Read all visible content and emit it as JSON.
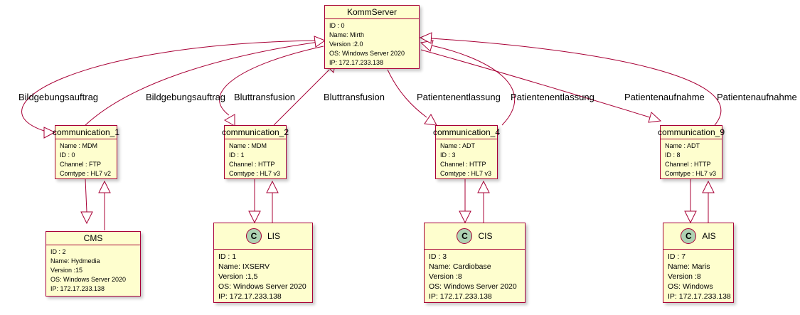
{
  "server": {
    "title": "KommServer",
    "lines": [
      "ID : 0",
      "Name: Mirth",
      "Version :2.0",
      "OS: Windows Server 2020",
      "IP: 172.17.233.138"
    ]
  },
  "communications": [
    {
      "title": "communication_1",
      "lines": [
        "Name : MDM",
        "ID : 0",
        "Channel : FTP",
        "Comtype : HL7 v2"
      ]
    },
    {
      "title": "communication_2",
      "lines": [
        "Name : MDM",
        "ID : 1",
        "Channel : HTTP",
        "Comtype : HL7 v3"
      ]
    },
    {
      "title": "communication_4",
      "lines": [
        "Name : ADT",
        "ID : 3",
        "Channel : HTTP",
        "Comtype : HL7 v3"
      ]
    },
    {
      "title": "communication_9",
      "lines": [
        "Name : ADT",
        "ID : 8",
        "Channel : HTTP",
        "Comtype : HL7 v3"
      ]
    }
  ],
  "systems": [
    {
      "title": "CMS",
      "badge": "",
      "lines": [
        "ID : 2",
        "Name: Hydmedia",
        "Version :15",
        "OS: Windows Server 2020",
        "IP: 172.17.233.138"
      ]
    },
    {
      "title": "LIS",
      "badge": "C",
      "lines": [
        "ID : 1",
        "Name: IXSERV",
        "Version :1,5",
        "OS: Windows Server 2020",
        "IP: 172.17.233.138"
      ]
    },
    {
      "title": "CIS",
      "badge": "C",
      "lines": [
        "ID : 3",
        "Name: Cardiobase",
        "Version :8",
        "OS: Windows Server 2020",
        "IP: 172.17.233.138"
      ]
    },
    {
      "title": "AIS",
      "badge": "C",
      "lines": [
        "ID : 7",
        "Name: Maris",
        "Version :8",
        "OS: Windows",
        "IP: 172.17.233.138"
      ]
    }
  ],
  "edge_labels": {
    "bild_1": "Bildgebungsauftrag",
    "bild_2": "Bildgebungsauftrag",
    "blut_1": "Bluttransfusion",
    "blut_2": "Bluttransfusion",
    "entl_1": "Patientenentlassung",
    "entl_2": "Patientenentlassung",
    "aufn_1": "Patientenaufnahme",
    "aufn_2": "Patientenaufnahme"
  },
  "colors": {
    "box_fill": "#fefece",
    "box_border": "#a80036",
    "class_badge": "#add1b2"
  }
}
